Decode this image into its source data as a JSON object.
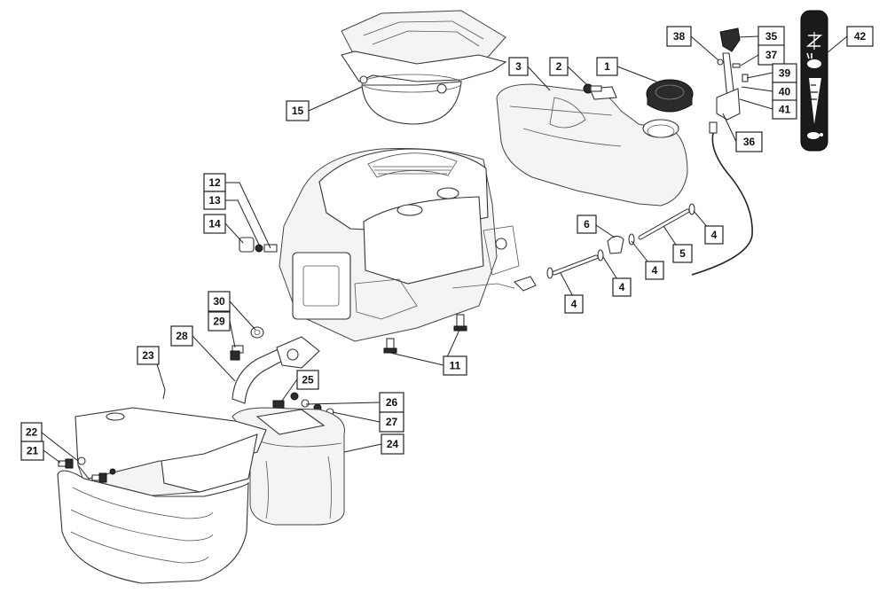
{
  "callouts": [
    {
      "id": "c1",
      "label": "1"
    },
    {
      "id": "c2",
      "label": "2"
    },
    {
      "id": "c3",
      "label": "3"
    },
    {
      "id": "c4a",
      "label": "4"
    },
    {
      "id": "c4b",
      "label": "4"
    },
    {
      "id": "c4c",
      "label": "4"
    },
    {
      "id": "c4d",
      "label": "4"
    },
    {
      "id": "c5",
      "label": "5"
    },
    {
      "id": "c6",
      "label": "6"
    },
    {
      "id": "c11",
      "label": "11"
    },
    {
      "id": "c12",
      "label": "12"
    },
    {
      "id": "c13",
      "label": "13"
    },
    {
      "id": "c14",
      "label": "14"
    },
    {
      "id": "c15",
      "label": "15"
    },
    {
      "id": "c21",
      "label": "21"
    },
    {
      "id": "c22",
      "label": "22"
    },
    {
      "id": "c23",
      "label": "23"
    },
    {
      "id": "c24",
      "label": "24"
    },
    {
      "id": "c25",
      "label": "25"
    },
    {
      "id": "c26",
      "label": "26"
    },
    {
      "id": "c27",
      "label": "27"
    },
    {
      "id": "c28",
      "label": "28"
    },
    {
      "id": "c29",
      "label": "29"
    },
    {
      "id": "c30",
      "label": "30"
    },
    {
      "id": "c35",
      "label": "35"
    },
    {
      "id": "c36",
      "label": "36"
    },
    {
      "id": "c37",
      "label": "37"
    },
    {
      "id": "c38",
      "label": "38"
    },
    {
      "id": "c39",
      "label": "39"
    },
    {
      "id": "c40",
      "label": "40"
    },
    {
      "id": "c41",
      "label": "41"
    },
    {
      "id": "c42",
      "label": "42"
    }
  ],
  "colors": {
    "line": "#222222",
    "fill": "#ffffff",
    "decal_background": "#1a1a1a"
  },
  "icons": {
    "decal_symbols": [
      "choke-icon",
      "rabbit-icon",
      "speed-ramp-icon",
      "turtle-icon"
    ]
  }
}
